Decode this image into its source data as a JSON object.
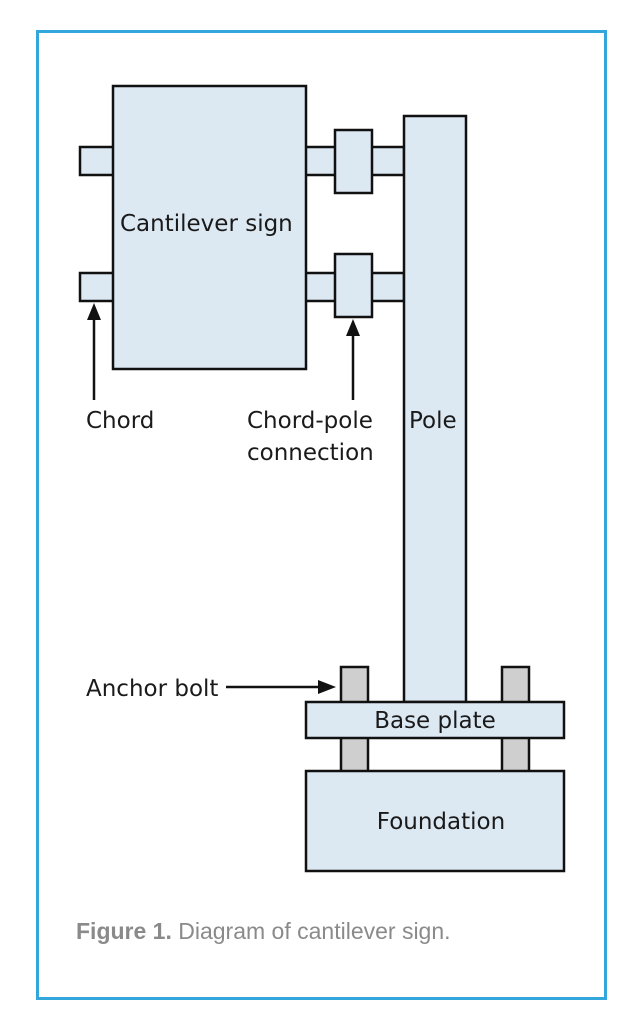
{
  "diagram": {
    "labels": {
      "sign": "Cantilever sign",
      "chord": "Chord",
      "connection_line1": "Chord-pole",
      "connection_line2": "connection",
      "pole": "Pole",
      "anchor_bolt": "Anchor bolt",
      "base_plate": "Base plate",
      "foundation": "Foundation"
    },
    "colors": {
      "fill": "#dce8f2",
      "bolt_fill": "#cfcfcf",
      "stroke": "#111111",
      "frame": "#33a6dc",
      "caption": "#8a8a8a"
    }
  },
  "caption": {
    "number": "Figure 1.",
    "text": " Diagram of cantilever sign."
  }
}
